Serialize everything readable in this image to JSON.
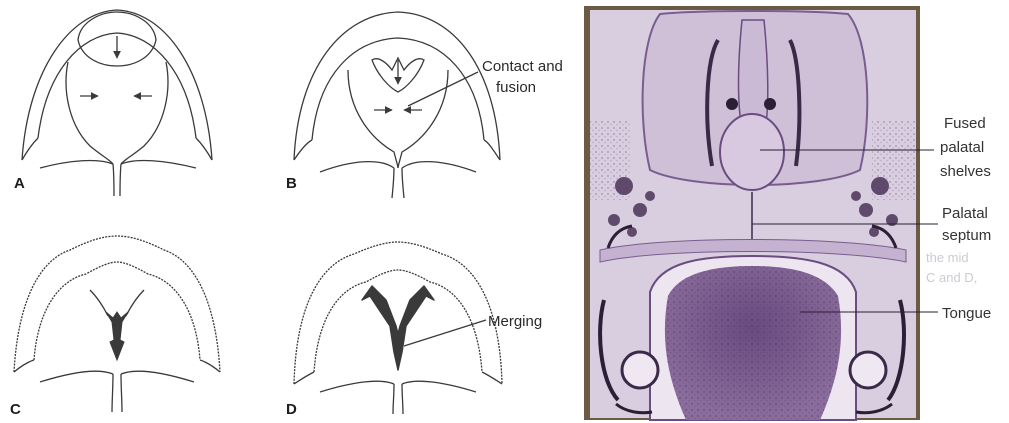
{
  "panels": {
    "A": {
      "label": "A"
    },
    "B": {
      "label": "B",
      "annotation_line1": "Contact and",
      "annotation_line2": "fusion"
    },
    "C": {
      "label": "C"
    },
    "D": {
      "label": "D",
      "annotation": "Merging"
    }
  },
  "micrograph": {
    "labels": {
      "fused_line1": "Fused",
      "fused_line2": "palatal",
      "fused_line3": "shelves",
      "septum_line1": "Palatal",
      "septum_line2": "septum",
      "tongue": "Tongue"
    },
    "bleed_text": [
      "the mid",
      "C and D,"
    ]
  },
  "colors": {
    "line_art": "#3a3a3a",
    "tissue_background": "#d9cde0",
    "tissue_stain": "#7a5d8f",
    "photo_frame": "#6b5a44"
  },
  "icons": {
    "fusion_arrow": "arrow",
    "merging_arrow": "y-shaped-arrow"
  }
}
